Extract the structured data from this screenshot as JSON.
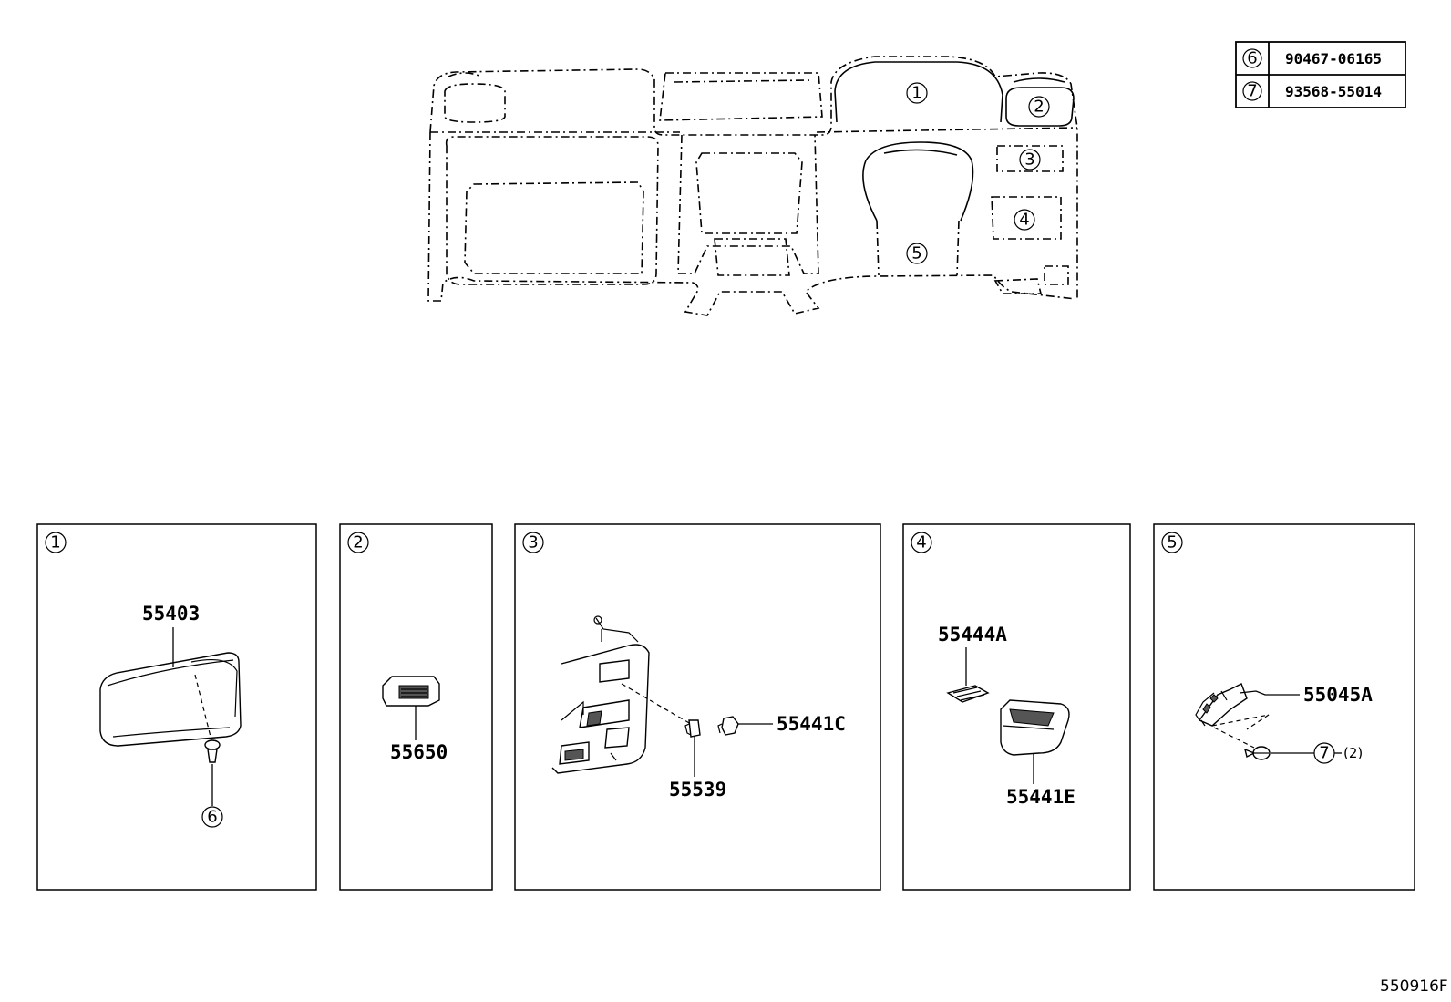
{
  "title": "",
  "legend_table": [
    {
      "callout": "6",
      "part_number": "90467-06165"
    },
    {
      "callout": "7",
      "part_number": "93568-55014"
    }
  ],
  "overview": {
    "callouts": [
      "1",
      "2",
      "3",
      "4",
      "5"
    ]
  },
  "panels": [
    {
      "index": "1",
      "parts": [
        "55403"
      ],
      "callouts": [
        "6"
      ]
    },
    {
      "index": "2",
      "parts": [
        "55650"
      ]
    },
    {
      "index": "3",
      "parts": [
        "55539",
        "55441C"
      ]
    },
    {
      "index": "4",
      "parts": [
        "55444A",
        "55441E"
      ]
    },
    {
      "index": "5",
      "parts": [
        "55045A"
      ],
      "callouts": [
        "7"
      ],
      "quantity": "(2)"
    }
  ],
  "reference_code": "550916F"
}
